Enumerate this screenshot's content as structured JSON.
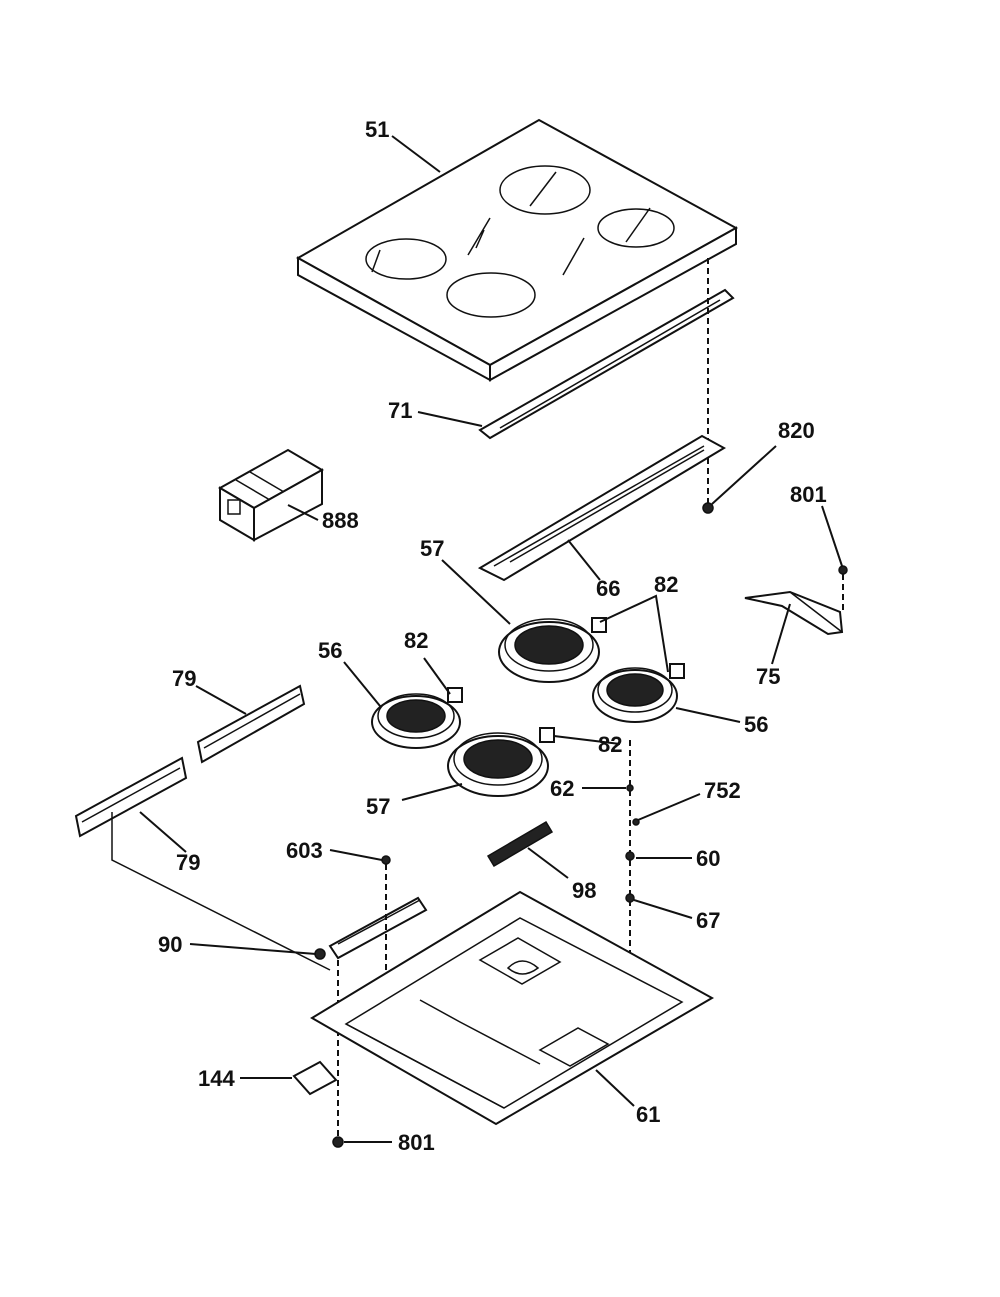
{
  "labels": {
    "l51": "51",
    "l71": "71",
    "l820": "820",
    "l801a": "801",
    "l888": "888",
    "l57a": "57",
    "l66": "66",
    "l82a": "82",
    "l75": "75",
    "l56a": "56",
    "l82b": "82",
    "l79a": "79",
    "l56b": "56",
    "l82c": "82",
    "l57b": "57",
    "l62": "62",
    "l752": "752",
    "l79b": "79",
    "l603": "603",
    "l60": "60",
    "l98": "98",
    "l90": "90",
    "l67": "67",
    "l144": "144",
    "l61": "61",
    "l801b": "801"
  }
}
